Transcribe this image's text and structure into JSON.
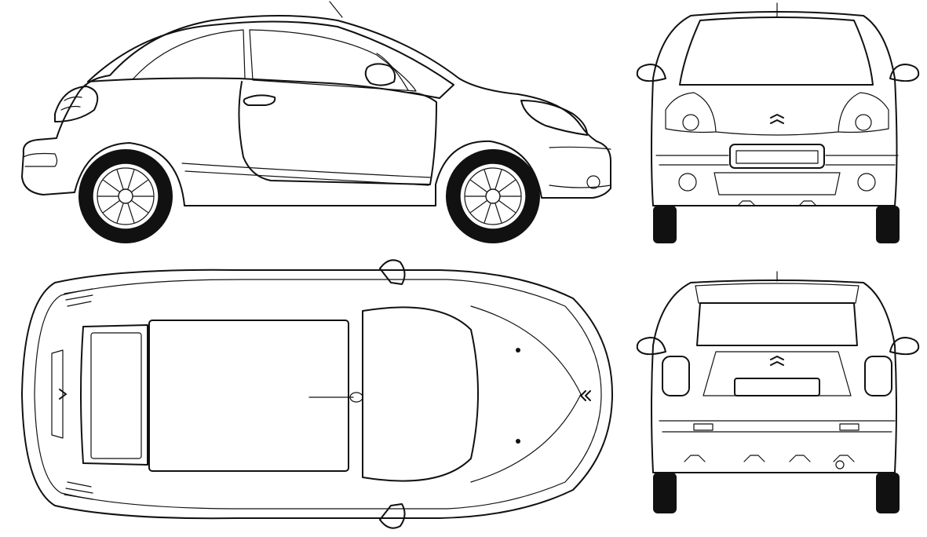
{
  "drawing": {
    "colors": {
      "ink": "#111111",
      "paper": "#ffffff"
    },
    "views": [
      {
        "id": "side",
        "icon": "car-side-view-icon"
      },
      {
        "id": "front",
        "icon": "car-front-view-icon"
      },
      {
        "id": "top",
        "icon": "car-top-view-icon"
      },
      {
        "id": "rear",
        "icon": "car-rear-view-icon"
      }
    ]
  }
}
